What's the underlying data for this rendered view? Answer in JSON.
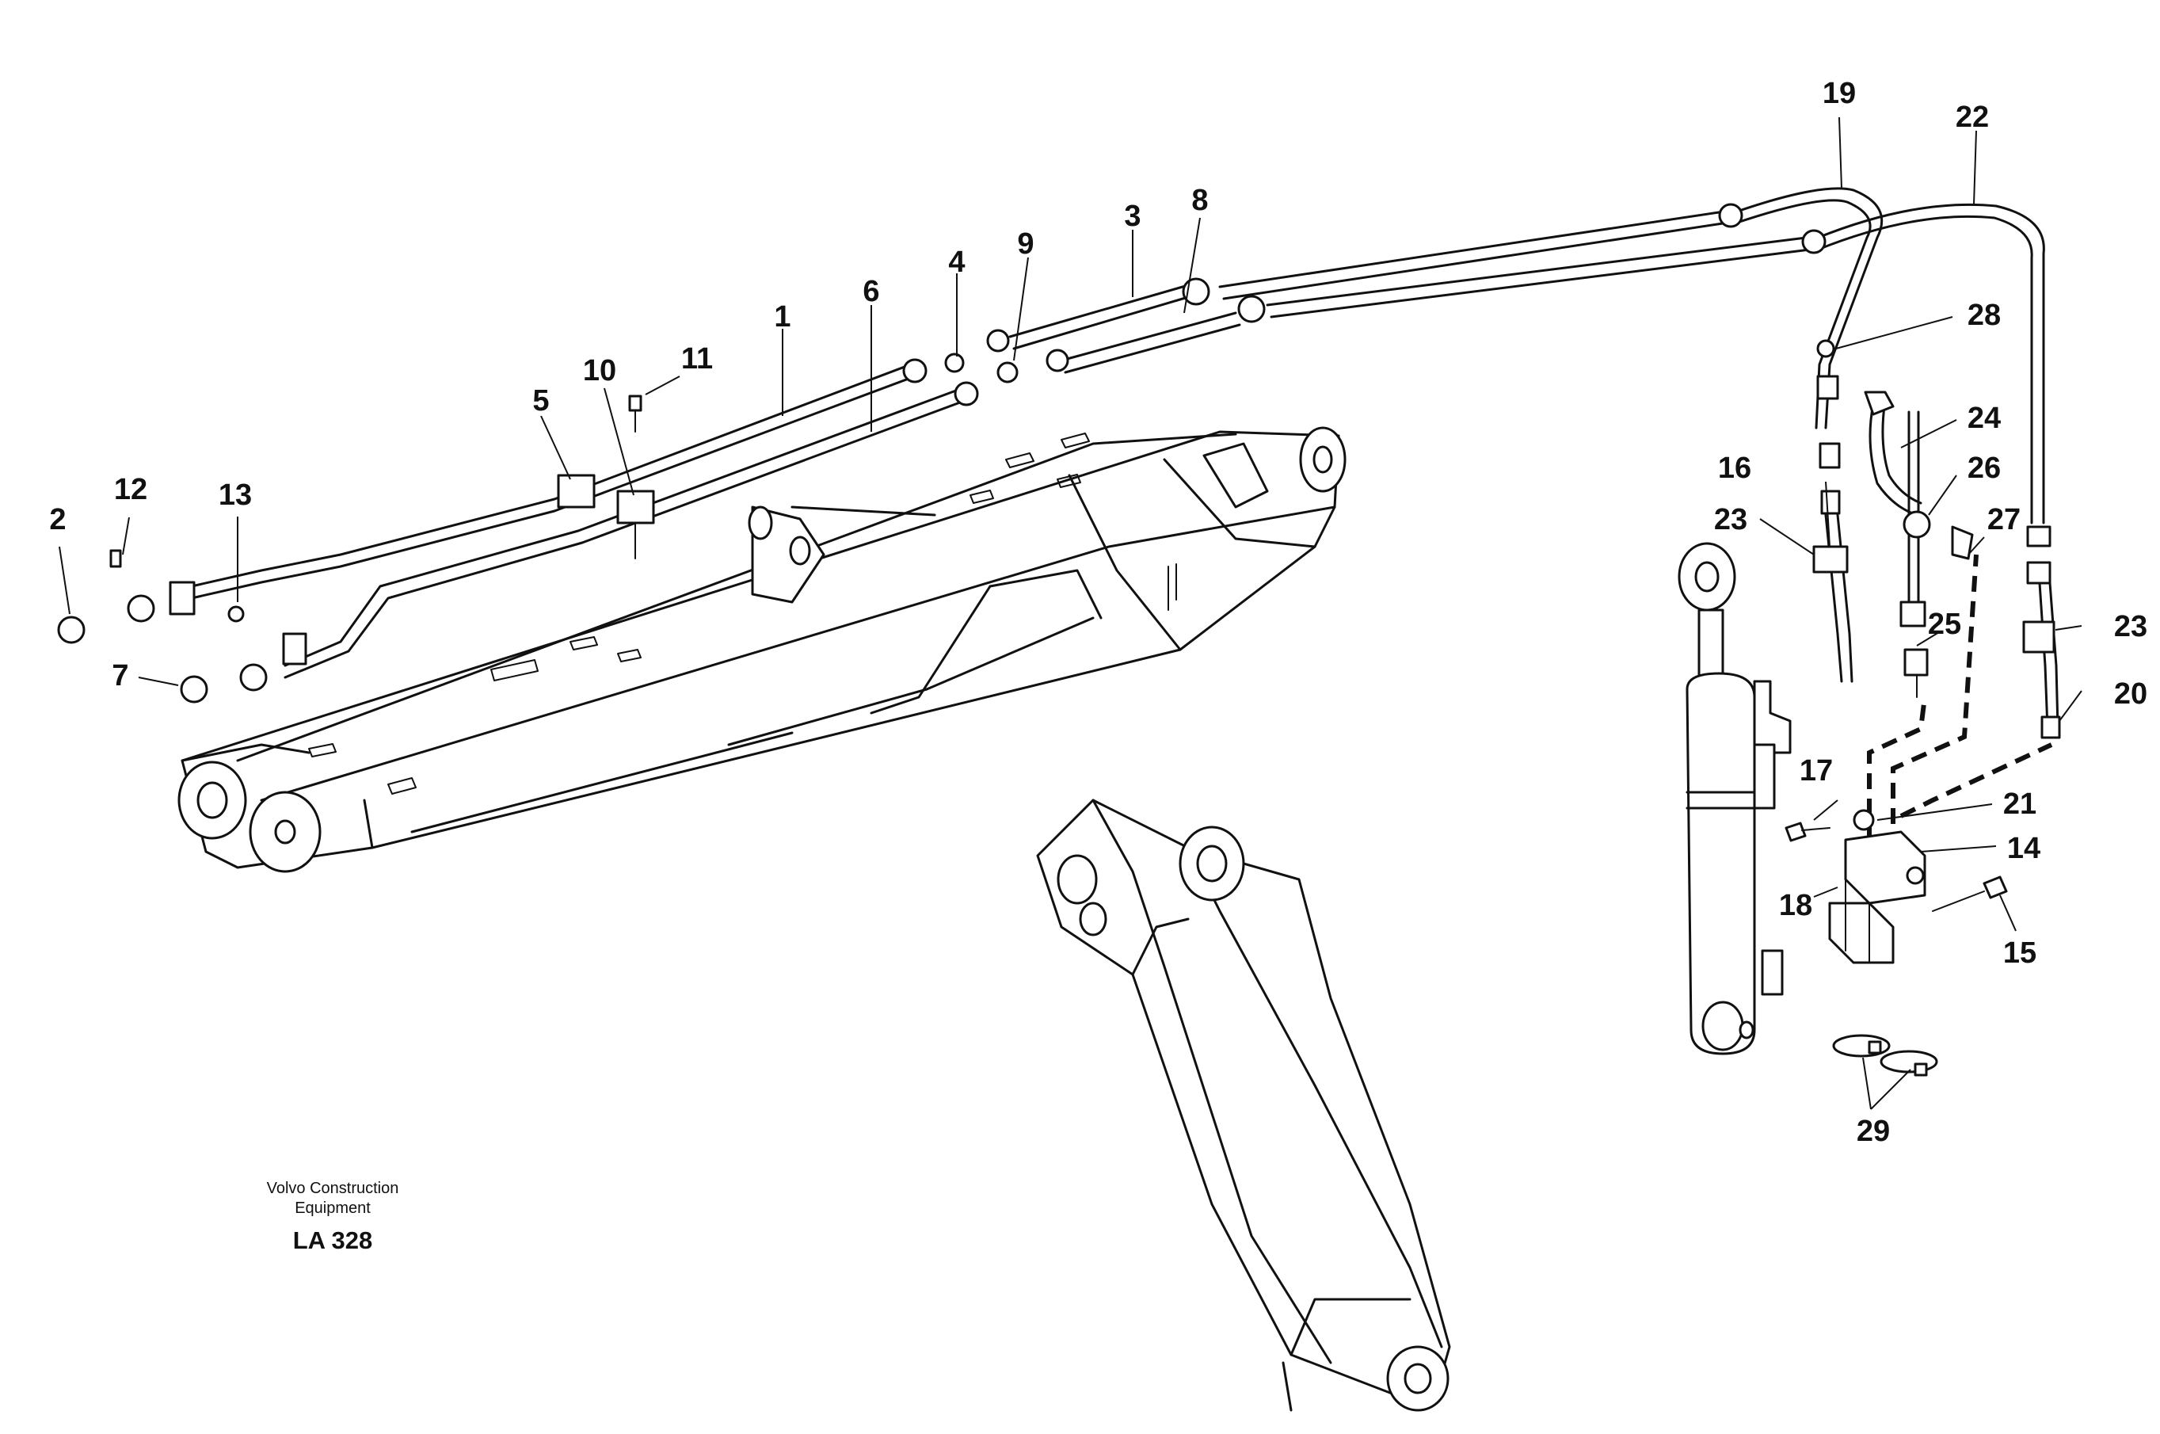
{
  "caption": {
    "company_line1": "Volvo Construction",
    "company_line2": "Equipment",
    "drawing_code": "LA 328"
  },
  "callouts": [
    {
      "id": "c1",
      "label": "1"
    },
    {
      "id": "c2",
      "label": "2"
    },
    {
      "id": "c3",
      "label": "3"
    },
    {
      "id": "c4",
      "label": "4"
    },
    {
      "id": "c5",
      "label": "5"
    },
    {
      "id": "c6",
      "label": "6"
    },
    {
      "id": "c7",
      "label": "7"
    },
    {
      "id": "c8",
      "label": "8"
    },
    {
      "id": "c9",
      "label": "9"
    },
    {
      "id": "c10",
      "label": "10"
    },
    {
      "id": "c11",
      "label": "11"
    },
    {
      "id": "c12",
      "label": "12"
    },
    {
      "id": "c13",
      "label": "13"
    },
    {
      "id": "c14",
      "label": "14"
    },
    {
      "id": "c15",
      "label": "15"
    },
    {
      "id": "c16",
      "label": "16"
    },
    {
      "id": "c17",
      "label": "17"
    },
    {
      "id": "c18",
      "label": "18"
    },
    {
      "id": "c19",
      "label": "19"
    },
    {
      "id": "c20",
      "label": "20"
    },
    {
      "id": "c21",
      "label": "21"
    },
    {
      "id": "c22",
      "label": "22"
    },
    {
      "id": "c23a",
      "label": "23"
    },
    {
      "id": "c23b",
      "label": "23"
    },
    {
      "id": "c24",
      "label": "24"
    },
    {
      "id": "c25",
      "label": "25"
    },
    {
      "id": "c26",
      "label": "26"
    },
    {
      "id": "c27",
      "label": "27"
    },
    {
      "id": "c28",
      "label": "28"
    },
    {
      "id": "c29",
      "label": "29"
    }
  ]
}
